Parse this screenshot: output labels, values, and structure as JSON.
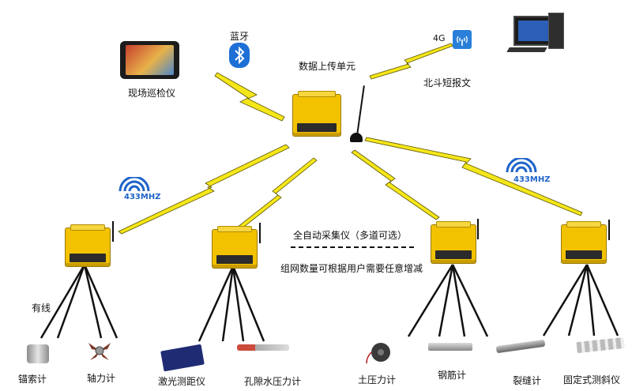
{
  "labels": {
    "bluetooth": "蓝牙",
    "patrol_device": "现场巡检仪",
    "upload_unit": "数据上传单元",
    "net_4g": "4G",
    "beidou": "北斗短报文",
    "wireless_left": "433MHZ",
    "wireless_right": "433MHZ",
    "auto_collector": "全自动采集仪（多道可选）",
    "network_note": "组网数量可根据用户需要任意增减",
    "wired": "有线"
  },
  "sensors": [
    "锚索计",
    "轴力计",
    "激光测距仪",
    "孔隙水压力计",
    "土压力计",
    "钢筋计",
    "裂缝计",
    "固定式测斜仪"
  ],
  "colors": {
    "lightning": "#f5e61a",
    "lightning_outline": "#5a5400",
    "box_yellow": "#f2c200",
    "wireless_blue": "#1e63c9",
    "bluetooth_blue": "#1d6fd6"
  },
  "icons": {
    "bluetooth": "bluetooth-icon",
    "signal_4g": "signal-4g-icon",
    "wireless": "wireless-signal-icon"
  }
}
